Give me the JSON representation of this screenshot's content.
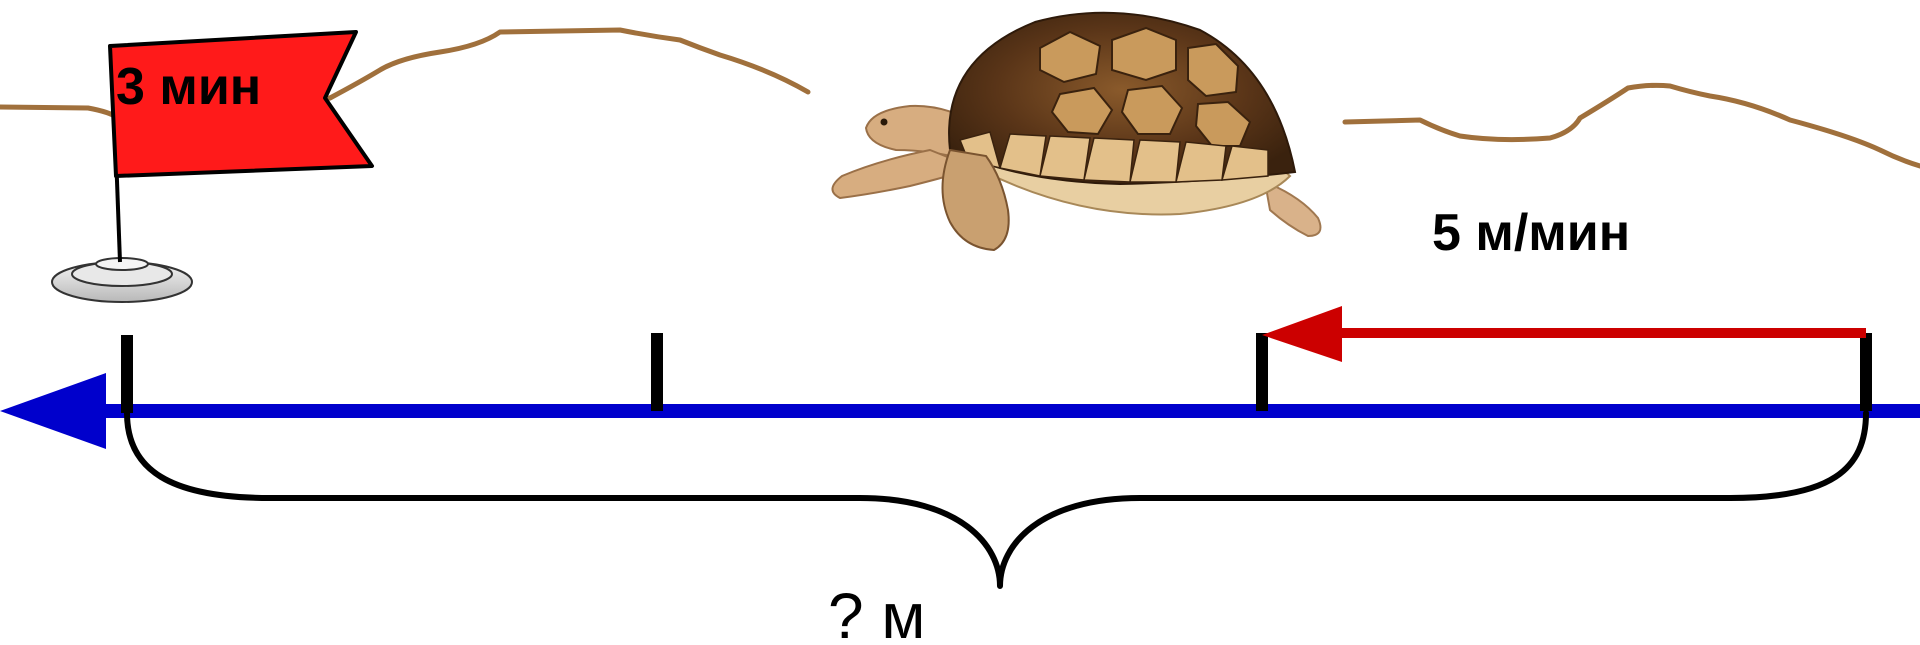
{
  "flag": {
    "label": "3 мин"
  },
  "speed": {
    "label": "5 м/мин"
  },
  "distance": {
    "label": "? м"
  },
  "segments": {
    "total": 3,
    "traversed": 1
  },
  "colors": {
    "ground": "#a0703c",
    "flag": "#ff1a1a",
    "main_arrow": "#0000cc",
    "speed_arrow": "#cc0000",
    "ticks": "#000000",
    "brace": "#000000",
    "text": "#000000"
  },
  "icons": {
    "flag": "flag-icon",
    "turtle": "turtle-icon"
  }
}
